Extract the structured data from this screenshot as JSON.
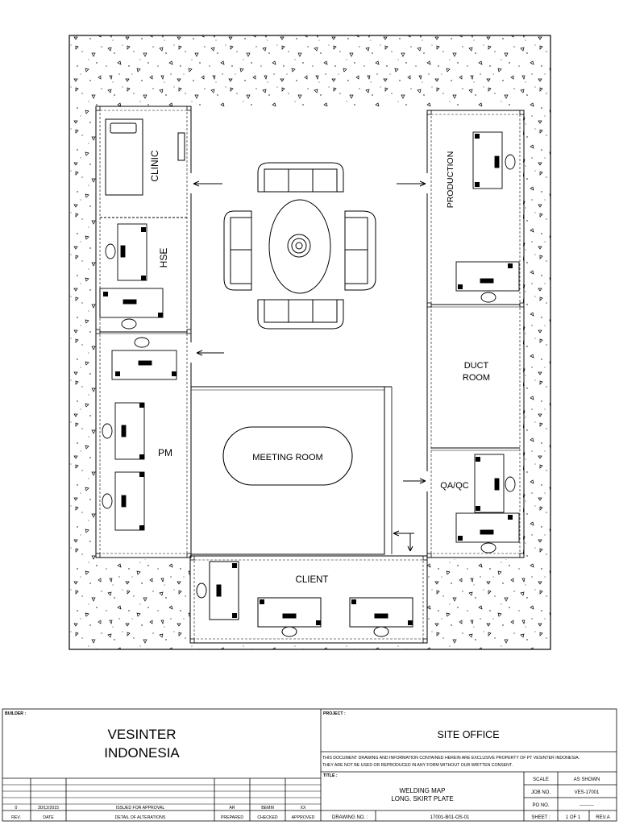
{
  "rooms": {
    "clinic": "CLINIC",
    "hse": "HSE",
    "pm": "PM",
    "production": "PRODUCTION",
    "duct_line1": "DUCT",
    "duct_line2": "ROOM",
    "qaqc": "QA/QC",
    "meeting": "MEETING ROOM",
    "client": "CLIENT"
  },
  "title_block": {
    "builder_label": "BUILDER :",
    "builder_line1": "VESINTER",
    "builder_line2": "INDONESIA",
    "project_label": "PROJECT :",
    "project_name": "SITE OFFICE",
    "notice_line1": "THIS DOCUMENT DRAWING AND INFORMATION CONTAINED HEREIN ARE EXCLUSIVE PROPERTY OF PT VESINTER INDONESIA.",
    "notice_line2": "THEY ARE NOT BE USED OR REPRODUCED IN ANY FORM WITHOUT OUR WRITTEN CONSENT.",
    "title_label": "TITLE :",
    "title_line1": "WELDING MAP",
    "title_line2": "LONG. SKIRT PLATE",
    "drawing_no_label": "DRAWING NO. :",
    "drawing_no": "17001-B01-OS-01",
    "scale_label": "SCALE",
    "scale_value": "AS SHOWN",
    "job_no_label": "JOB NO.",
    "job_no": "VES-17001",
    "po_no_label": "PO NO.",
    "po_no": "---------",
    "sheet_label": "SHEET :",
    "sheet_value": "1 OF 1",
    "revision": "REV.A",
    "rev_row": {
      "rev": "0",
      "date": "30/12/2015",
      "detail": "ISSUED FOR APPROVAL",
      "prepared": "AR",
      "checked": "BEMM",
      "approved": "XX"
    },
    "rev_headers": {
      "rev": "REV.",
      "date": "DATE",
      "detail": "DETAIL OF ALTERATIONS",
      "prepared": "PREPARED",
      "checked": "CHECKED",
      "approved": "APPROVED"
    }
  }
}
